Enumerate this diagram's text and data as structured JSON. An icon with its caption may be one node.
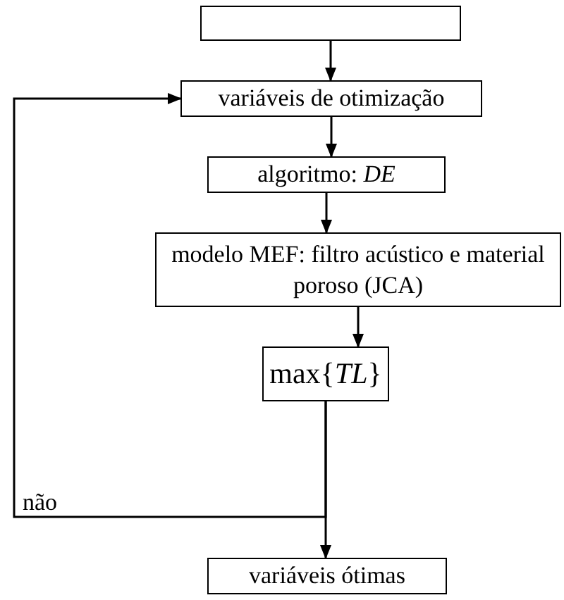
{
  "diagram": {
    "nodes": [
      {
        "text": [],
        "shape": "box"
      },
      {
        "text": [
          "variáveis de otimização"
        ]
      },
      {
        "text": [
          "algoritmo: *DE*"
        ]
      },
      {
        "text": [
          "modelo MEF: filtro acústico e material poroso (JCA)"
        ]
      },
      {
        "text": [
          "max{*TL*}"
        ]
      },
      {
        "text": [
          "variáveis ótimas"
        ]
      }
    ],
    "edges": [
      {
        "from": 0,
        "to": 1,
        "arrow": "to"
      },
      {
        "from": 1,
        "to": 2,
        "arrow": "to"
      },
      {
        "from": 2,
        "to": 3,
        "arrow": "to"
      },
      {
        "from": 3,
        "to": 4,
        "arrow": "to"
      },
      {
        "from": 4,
        "to": 5,
        "arrow": "to"
      },
      {
        "from": 4,
        "to": 1,
        "arrow": "to",
        "label": "não"
      }
    ]
  }
}
